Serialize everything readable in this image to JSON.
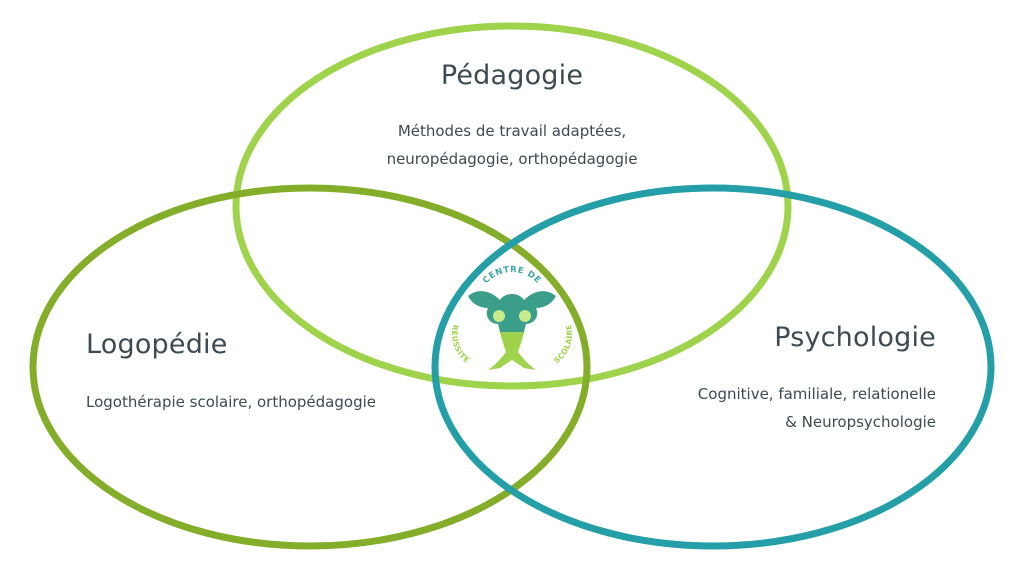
{
  "colors": {
    "pedagogie_circle": "#9fd34c",
    "logopedie_circle": "#84ad2a",
    "psychologie_circle": "#249fa7",
    "text": "#3d4a52",
    "logo_tree": "#3a9e8a",
    "logo_trunk": "#9fd34c",
    "logo_text": "#3aa5ad"
  },
  "circles": {
    "pedagogie": {
      "title": "Pédagogie",
      "description": [
        "Méthodes de travail adaptées,",
        "neuropédagogie, orthopédagogie"
      ]
    },
    "logopedie": {
      "title": "Logopédie",
      "description": [
        "Logothérapie scolaire, orthopédagogie"
      ]
    },
    "psychologie": {
      "title": "Psychologie",
      "description": [
        "Cognitive, familiale, relationelle",
        "& Neuropsychologie"
      ]
    }
  },
  "logo": {
    "top_text": "CENTRE DE",
    "left_text": "RÉUSSITE",
    "right_text": "SCOLAIRE"
  }
}
